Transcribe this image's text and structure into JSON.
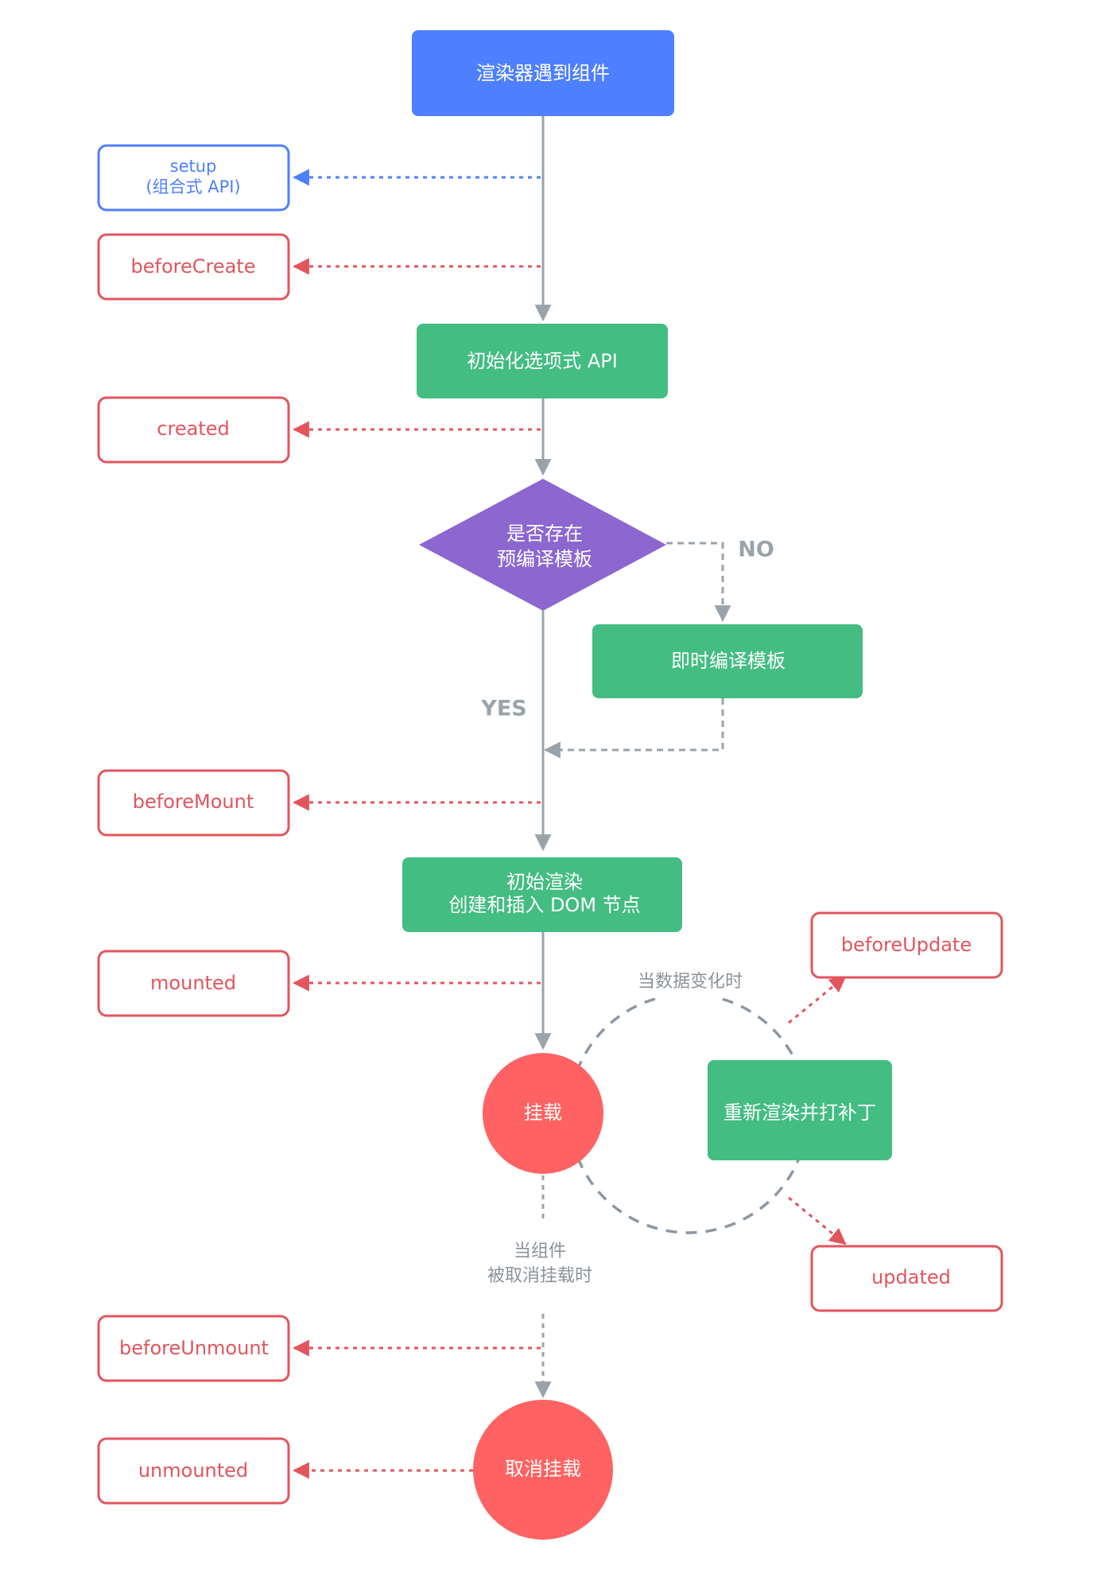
{
  "nodes": {
    "renderer": "渲染器遇到组件",
    "setup": [
      "setup",
      "(组合式 API)"
    ],
    "before_create": "beforeCreate",
    "init_options": "初始化选项式 API",
    "created": "created",
    "decision": [
      "是否存在",
      "预编译模板"
    ],
    "no_label": "NO",
    "compile": "即时编译模板",
    "yes_label": "YES",
    "before_mount": "beforeMount",
    "initial_render": [
      "初始渲染",
      "创建和插入 DOM 节点"
    ],
    "mounted": "mounted",
    "on_data_change": "当数据变化时",
    "mounted_state": "挂载",
    "rerender": "重新渲染并打补丁",
    "before_update": "beforeUpdate",
    "updated": "updated",
    "on_unmount": [
      "当组件",
      "被取消挂载时"
    ],
    "before_unmount": "beforeUnmount",
    "unmounted_state": "取消挂载",
    "unmounted": "unmounted"
  },
  "colors": {
    "blue": "#4e7ffe",
    "green": "#43bd82",
    "purple": "#8c67d0",
    "red": "#ff6262",
    "hook_red": "#e2555d",
    "gray": "#9aa3ab"
  }
}
